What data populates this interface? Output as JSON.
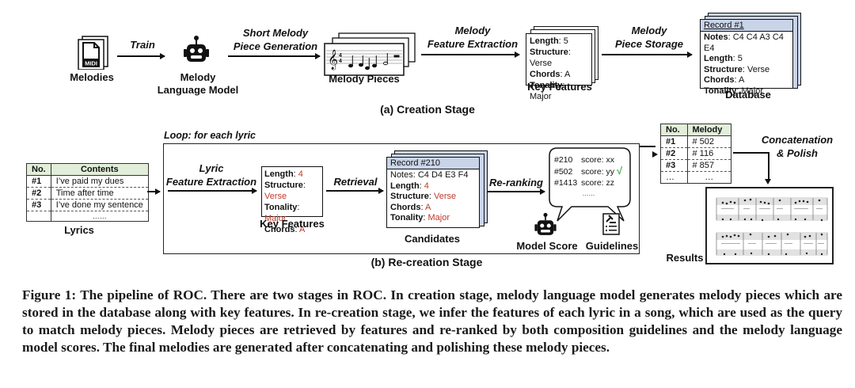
{
  "creation_stage": {
    "title": "(a) Creation Stage",
    "melodies_label": "Melodies",
    "midi_icon_text": "MIDI",
    "train_label": "Train",
    "model_label_line1": "Melody",
    "model_label_line2": "Language Model",
    "generation_label_line1": "Short Melody",
    "generation_label_line2": "Piece Generation",
    "pieces_label": "Melody Pieces",
    "extraction_label_line1": "Melody",
    "extraction_label_line2": "Feature Extraction",
    "key_features": {
      "label": "Key Features",
      "rows": [
        {
          "key": "Length",
          "value": "5"
        },
        {
          "key": "Structure",
          "value": "Verse"
        },
        {
          "key": "Chords",
          "value": "A"
        },
        {
          "key": "Tonality",
          "value": "Major"
        }
      ]
    },
    "storage_label_line1": "Melody",
    "storage_label_line2": "Piece Storage",
    "database": {
      "label": "Database",
      "record_title": "Record #1",
      "rows": [
        {
          "key": "Notes",
          "value": "C4 C4 A3 C4 E4"
        },
        {
          "key": "Length",
          "value": "5"
        },
        {
          "key": "Structure",
          "value": "Verse"
        },
        {
          "key": "Chords",
          "value": "A"
        },
        {
          "key": "Tonality",
          "value": "Major"
        }
      ]
    }
  },
  "recreation_stage": {
    "title": "(b) Re-creation Stage",
    "loop_label": "Loop: for each lyric",
    "lyrics": {
      "label": "Lyrics",
      "headers": [
        "No.",
        "Contents"
      ],
      "rows": [
        [
          "#1",
          "I’ve paid my dues"
        ],
        [
          "#2",
          "Time after time"
        ],
        [
          "#3",
          "I’ve done my sentence"
        ],
        [
          "",
          "……"
        ]
      ]
    },
    "lyric_extraction_line1": "Lyric",
    "lyric_extraction_line2": "Feature Extraction",
    "key_features": {
      "label": "Key Features",
      "rows": [
        {
          "key": "Length",
          "value": "4"
        },
        {
          "key": "Structure",
          "value": "Verse"
        },
        {
          "key": "Tonality",
          "value": "Major"
        },
        {
          "key": "Chords",
          "value": "A"
        }
      ]
    },
    "retrieval_label": "Retrieval",
    "candidates": {
      "label": "Candidates",
      "record_title": "Record #210",
      "notes": "Notes: C4 D4 E3 F4",
      "rows": [
        {
          "key": "Length",
          "value": "4"
        },
        {
          "key": "Structure",
          "value": "Verse"
        },
        {
          "key": "Chords",
          "value": "A"
        },
        {
          "key": "Tonality",
          "value": "Major"
        }
      ]
    },
    "reranking_label": "Re-ranking",
    "scores": [
      {
        "id": "#210",
        "score": "score: xx",
        "selected": false
      },
      {
        "id": "#502",
        "score": "score: yy",
        "selected": true
      },
      {
        "id": "#1413",
        "score": "score: zz",
        "selected": false
      }
    ],
    "scores_more": "……",
    "check_mark": "√",
    "model_score_label": "Model Score",
    "guidelines_label": "Guidelines",
    "melody_table": {
      "headers": [
        "No.",
        "Melody"
      ],
      "rows": [
        [
          "#1",
          "# 502"
        ],
        [
          "#2",
          "# 116"
        ],
        [
          "#3",
          "# 857"
        ],
        [
          "…",
          "…"
        ]
      ]
    },
    "concat_line1": "Concatenation",
    "concat_line2": "& Polish",
    "results_label": "Results"
  },
  "colors": {
    "accent_red": "#c0392b",
    "check_green": "#4caf50",
    "record_header": "#c9d4e8",
    "table_header": "#e2eed9"
  },
  "caption": "Figure 1: The pipeline of ROC. There are two stages in ROC. In creation stage, melody language model generates melody pieces which are stored in the database along with key features. In re-creation stage, we infer the features of each lyric in a song, which are used as the query to match melody pieces. Melody pieces are retrieved by features and re-ranked by both composition guidelines and the melody language model scores. The final melodies are generated after concatenating and polishing these melody pieces."
}
